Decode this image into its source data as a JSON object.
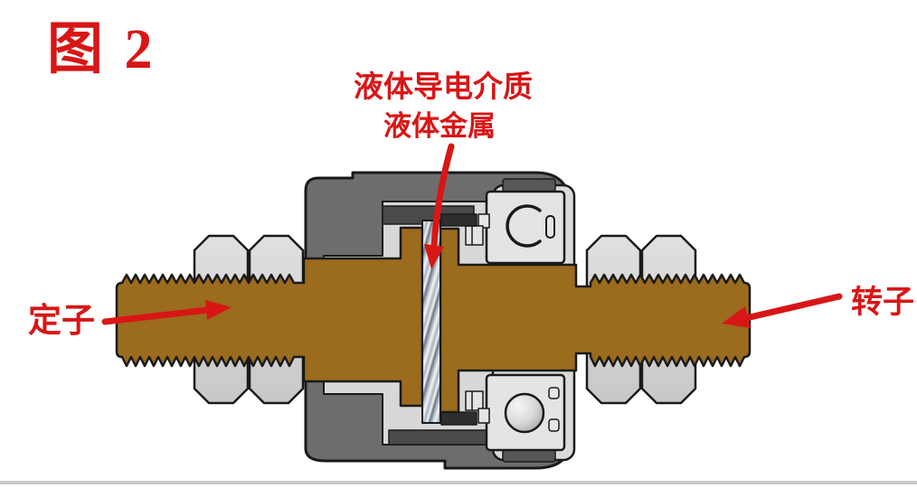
{
  "figure_label": "图 2",
  "annotations": {
    "liquid_medium_line1": "液体导电介质",
    "liquid_medium_line2": "液体金属",
    "stator": "定子",
    "rotor": "转子"
  },
  "colors": {
    "background": "#ffffff",
    "accent": "#d81616",
    "outline": "#1a1a1a",
    "shaft": "#9b6b1e",
    "housing": "#6d6d6d",
    "housing_dark": "#4a4a4a",
    "cap_step": "#575757",
    "liner": "#d8d8d8",
    "cap": "#dadada",
    "bearing": "#e4e4e4",
    "nut_light": "#e0e0e0",
    "nut_dark": "#c8c8c8",
    "seal": "#2e2e2e",
    "metal_light": "#f2f5f8",
    "metal_mid": "#aab3bd",
    "metal_dark": "#6d757e",
    "ball_light": "#f6f6f6",
    "ball_dark": "#acacac",
    "baseline": "#c9c9c9"
  }
}
